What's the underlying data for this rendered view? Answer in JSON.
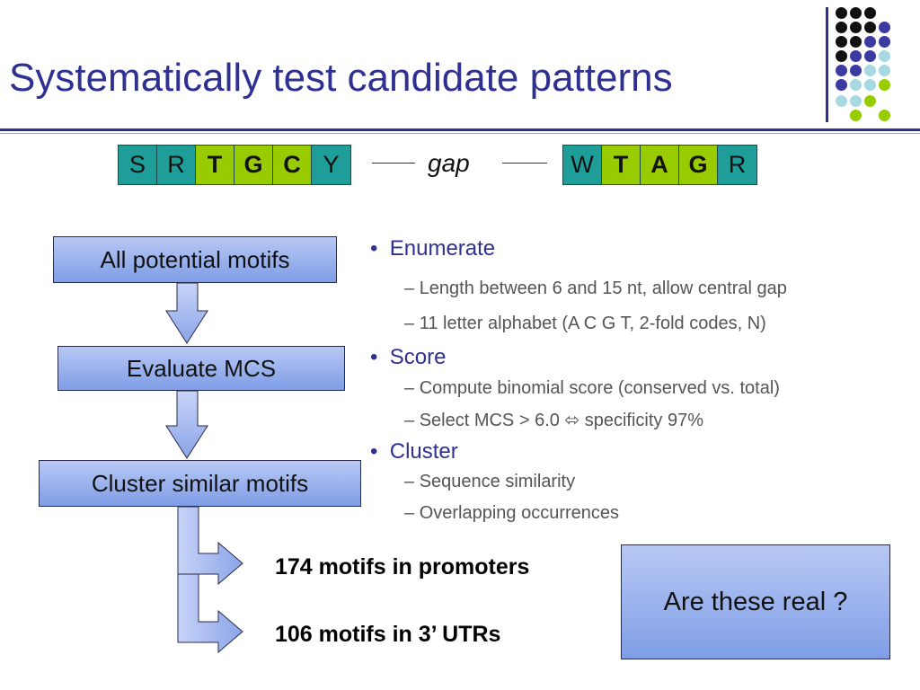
{
  "title": "Systematically test candidate patterns",
  "motif": {
    "left": [
      {
        "letter": "S",
        "color": "teal"
      },
      {
        "letter": "R",
        "color": "teal"
      },
      {
        "letter": "T",
        "color": "lime"
      },
      {
        "letter": "G",
        "color": "lime"
      },
      {
        "letter": "C",
        "color": "lime"
      },
      {
        "letter": "Y",
        "color": "teal"
      }
    ],
    "gap_label": "gap",
    "right": [
      {
        "letter": "W",
        "color": "teal"
      },
      {
        "letter": "T",
        "color": "lime"
      },
      {
        "letter": "A",
        "color": "lime"
      },
      {
        "letter": "G",
        "color": "lime"
      },
      {
        "letter": "R",
        "color": "teal"
      }
    ]
  },
  "flow": {
    "step1": "All potential motifs",
    "step2": "Evaluate MCS",
    "step3": "Cluster similar motifs",
    "result1": "174 motifs in promoters",
    "result2": "106 motifs in 3’ UTRs",
    "question": "Are these real ?"
  },
  "bullets": {
    "enumerate": "Enumerate",
    "enumerate_1": "Length between 6 and 15 nt, allow central gap",
    "enumerate_2": "11 letter alphabet (A C G T, 2-fold codes, N)",
    "score": "Score",
    "score_1": "Compute binomial score (conserved vs. total)",
    "score_2": "Select MCS > 6.0 ⬄ specificity 97%",
    "cluster": "Cluster",
    "cluster_1": "Sequence similarity",
    "cluster_2": "Overlapping occurrences"
  },
  "colors": {
    "title": "#2e3192",
    "teal": "#1f9e99",
    "lime": "#99cc00",
    "box_top": "#b8c8f4",
    "box_bottom": "#7f9ee6"
  }
}
